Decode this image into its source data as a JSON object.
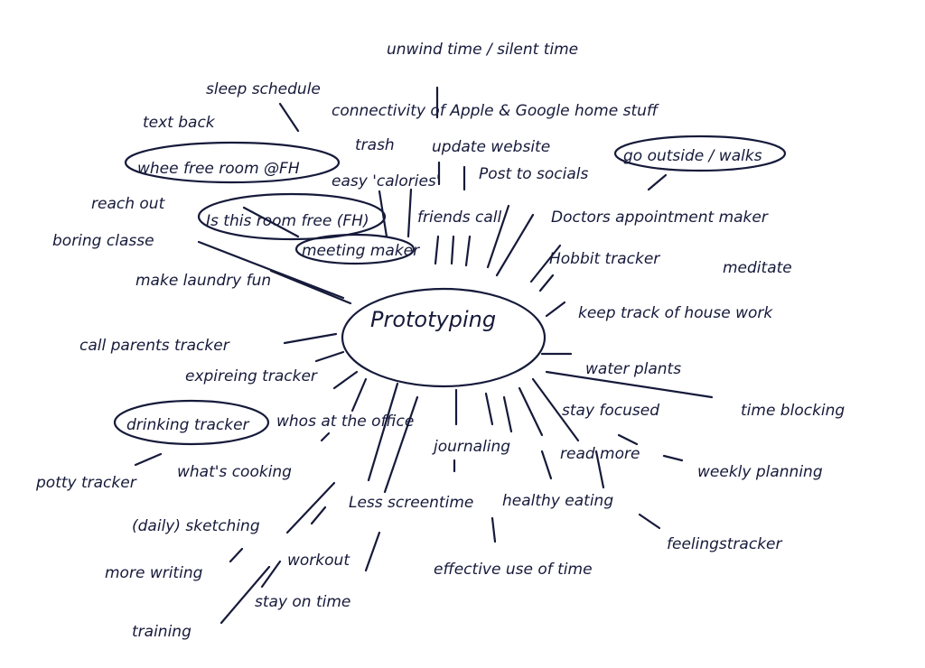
{
  "center": {
    "label": "Prototyping"
  },
  "ideas": [
    {
      "id": "unwind",
      "label": "unwind time / silent time"
    },
    {
      "id": "sleep",
      "label": "sleep schedule"
    },
    {
      "id": "connectivity",
      "label": "connectivity of Apple & Google home stuff"
    },
    {
      "id": "textback",
      "label": "text back"
    },
    {
      "id": "trash",
      "label": "trash"
    },
    {
      "id": "website",
      "label": "update website"
    },
    {
      "id": "freeroom",
      "label": "whee free room @FH"
    },
    {
      "id": "calories",
      "label": "easy 'calories'"
    },
    {
      "id": "socials",
      "label": "Post to socials"
    },
    {
      "id": "outside",
      "label": "go outside / walks"
    },
    {
      "id": "reachout",
      "label": "reach out"
    },
    {
      "id": "roomfree",
      "label": "Is this room free (FH)"
    },
    {
      "id": "friends",
      "label": "friends call"
    },
    {
      "id": "doctors",
      "label": "Doctors appointment maker"
    },
    {
      "id": "boring",
      "label": "boring classe"
    },
    {
      "id": "meeting",
      "label": "meeting maker"
    },
    {
      "id": "hobbit",
      "label": "Hobbit tracker"
    },
    {
      "id": "meditate",
      "label": "meditate"
    },
    {
      "id": "laundry",
      "label": "make laundry fun"
    },
    {
      "id": "housework",
      "label": "keep track of house work"
    },
    {
      "id": "callparents",
      "label": "call parents tracker"
    },
    {
      "id": "plants",
      "label": "water plants"
    },
    {
      "id": "expiring",
      "label": "expireing tracker"
    },
    {
      "id": "timeblocking",
      "label": "time blocking"
    },
    {
      "id": "focused",
      "label": "stay focused"
    },
    {
      "id": "drinking",
      "label": "drinking tracker"
    },
    {
      "id": "whosoffice",
      "label": "whos at the office"
    },
    {
      "id": "journaling",
      "label": "journaling"
    },
    {
      "id": "readmore",
      "label": "read more"
    },
    {
      "id": "weekly",
      "label": "weekly planning"
    },
    {
      "id": "potty",
      "label": "potty tracker"
    },
    {
      "id": "cooking",
      "label": "what's cooking"
    },
    {
      "id": "screentime",
      "label": "Less screentime"
    },
    {
      "id": "healthy",
      "label": "healthy eating"
    },
    {
      "id": "sketching",
      "label": "(daily) sketching"
    },
    {
      "id": "feelings",
      "label": "feelingstracker"
    },
    {
      "id": "writing",
      "label": "more writing"
    },
    {
      "id": "workout",
      "label": "workout"
    },
    {
      "id": "effective",
      "label": "effective use of time"
    },
    {
      "id": "ontime",
      "label": "stay on time"
    },
    {
      "id": "training",
      "label": "training"
    }
  ]
}
